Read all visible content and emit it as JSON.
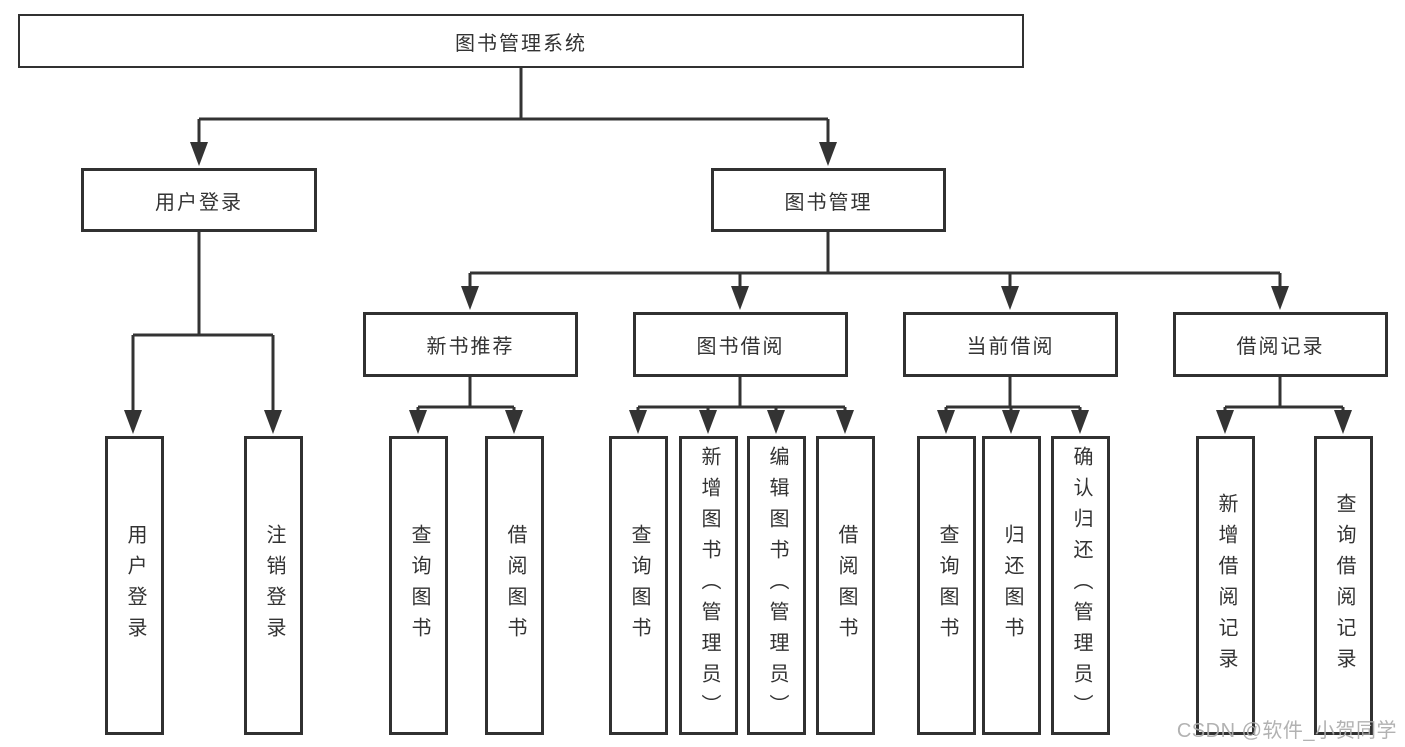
{
  "tree": {
    "label": "图书管理系统",
    "children": [
      {
        "label": "用户登录",
        "children": [
          {
            "label": "用户登录"
          },
          {
            "label": "注销登录"
          }
        ]
      },
      {
        "label": "图书管理",
        "children": [
          {
            "label": "新书推荐",
            "children": [
              {
                "label": "查询图书"
              },
              {
                "label": "借阅图书"
              }
            ]
          },
          {
            "label": "图书借阅",
            "children": [
              {
                "label": "查询图书"
              },
              {
                "label": "新增图书（管理员）"
              },
              {
                "label": "编辑图书（管理员）"
              },
              {
                "label": "借阅图书"
              }
            ]
          },
          {
            "label": "当前借阅",
            "children": [
              {
                "label": "查询图书"
              },
              {
                "label": "归还图书"
              },
              {
                "label": "确认归还（管理员）"
              }
            ]
          },
          {
            "label": "借阅记录",
            "children": [
              {
                "label": "新增借阅记录"
              },
              {
                "label": "查询借阅记录"
              }
            ]
          }
        ]
      }
    ]
  },
  "watermark": {
    "text": "CSDN @软件_小贺同学"
  },
  "colors": {
    "line": "#333333",
    "box_border": "#313131",
    "text": "#333333",
    "background": "#ffffff",
    "watermark": "#ababab"
  }
}
